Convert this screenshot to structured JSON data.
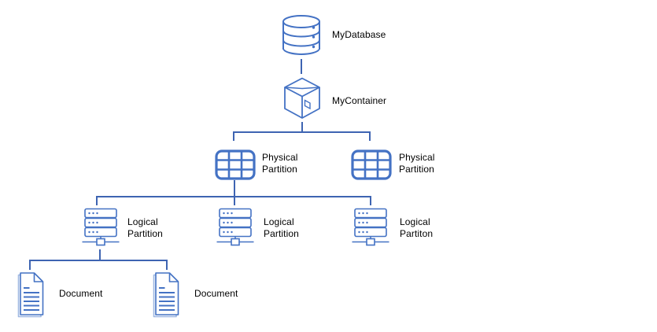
{
  "colors": {
    "icon_stroke": "#4472C4",
    "icon_shadow": "#9FB8E2",
    "connector": "#3E64B2",
    "text": "#000000",
    "background": "#FFFFFF"
  },
  "nodes": {
    "database": {
      "label": "MyDatabase",
      "icon": "database-cylinder-icon"
    },
    "container": {
      "label": "MyContainer",
      "icon": "package-box-icon"
    },
    "physical_partitions": [
      {
        "label": "Physical Partition",
        "icon": "table-grid-icon"
      },
      {
        "label": "Physical Partition",
        "icon": "table-grid-icon"
      }
    ],
    "logical_partitions": [
      {
        "label": "Logical Partition",
        "icon": "server-rack-icon"
      },
      {
        "label": "Logical Partition",
        "icon": "server-rack-icon"
      },
      {
        "label": "Logical Partiton",
        "icon": "server-rack-icon"
      }
    ],
    "documents": [
      {
        "label": "Document",
        "icon": "document-icon"
      },
      {
        "label": "Document",
        "icon": "document-icon"
      }
    ]
  }
}
